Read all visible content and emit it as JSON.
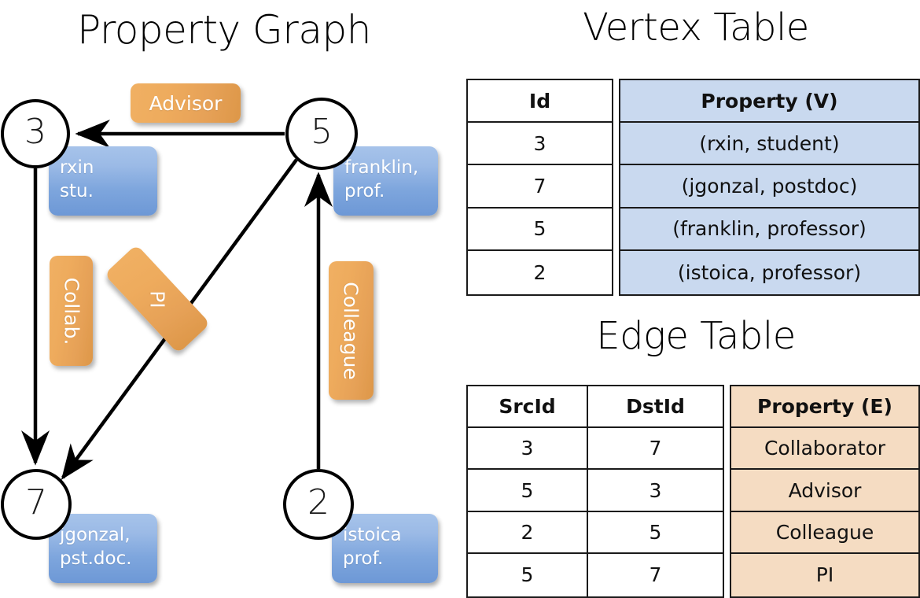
{
  "titles": {
    "property_graph": "Property Graph",
    "vertex_table": "Vertex Table",
    "edge_table": "Edge Table"
  },
  "graph": {
    "nodes": [
      {
        "id": "3",
        "property_lines": [
          "rxin",
          "stu."
        ]
      },
      {
        "id": "5",
        "property_lines": [
          "franklin,",
          "prof."
        ]
      },
      {
        "id": "7",
        "property_lines": [
          "jgonzal,",
          "pst.doc."
        ]
      },
      {
        "id": "2",
        "property_lines": [
          "istoica",
          "prof."
        ]
      }
    ],
    "edge_labels": [
      {
        "name": "advisor",
        "text": "Advisor"
      },
      {
        "name": "collab",
        "text": "Collab."
      },
      {
        "name": "pi",
        "text": "PI"
      },
      {
        "name": "colleague",
        "text": "Colleague"
      }
    ],
    "edges": [
      {
        "from": "5",
        "to": "3",
        "label": "Advisor"
      },
      {
        "from": "3",
        "to": "7",
        "label": "Collab."
      },
      {
        "from": "5",
        "to": "7",
        "label": "PI"
      },
      {
        "from": "2",
        "to": "5",
        "label": "Colleague"
      }
    ]
  },
  "vertex_table": {
    "headers": {
      "id": "Id",
      "property": "Property (V)"
    },
    "ids": [
      "3",
      "7",
      "5",
      "2"
    ],
    "properties": [
      "(rxin, student)",
      "(jgonzal, postdoc)",
      "(franklin, professor)",
      "(istoica, professor)"
    ]
  },
  "edge_table": {
    "headers": {
      "src": "SrcId",
      "dst": "DstId",
      "property": "Property (E)"
    },
    "src_ids": [
      "3",
      "5",
      "2",
      "5"
    ],
    "dst_ids": [
      "7",
      "3",
      "5",
      "7"
    ],
    "properties": [
      "Collaborator",
      "Advisor",
      "Colleague",
      "PI"
    ]
  },
  "colors": {
    "vertex_property_fill": "#c9d9ef",
    "edge_property_fill": "#f5dcc2",
    "node_box_blue": "#7ea6dd",
    "edge_label_orange": "#eeab5d",
    "stroke": "#1a1a1a"
  }
}
